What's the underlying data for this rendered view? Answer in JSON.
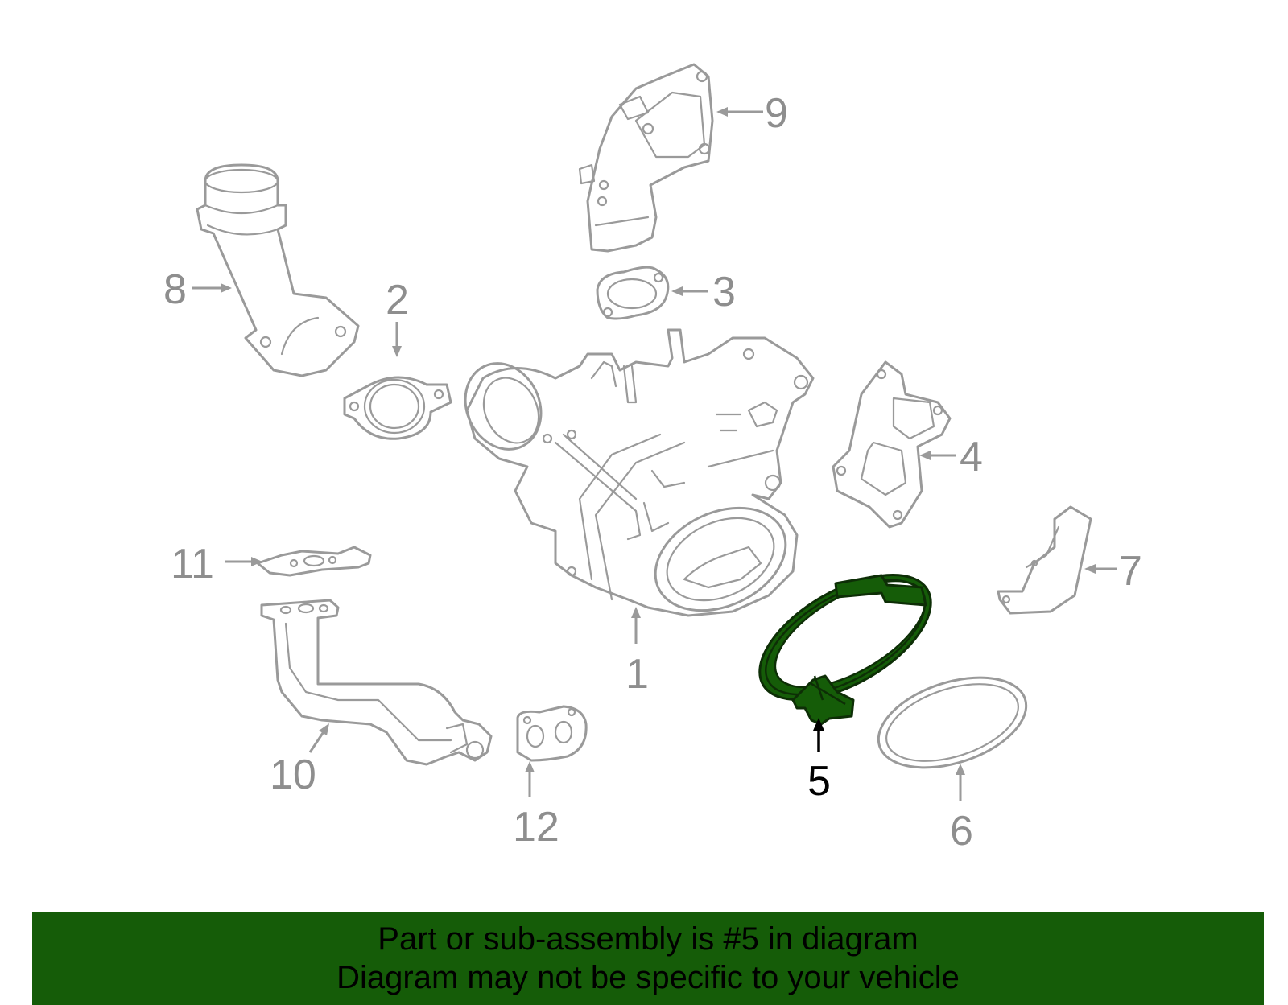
{
  "diagram": {
    "callouts": [
      {
        "id": "1",
        "label": "1"
      },
      {
        "id": "2",
        "label": "2"
      },
      {
        "id": "3",
        "label": "3"
      },
      {
        "id": "4",
        "label": "4"
      },
      {
        "id": "5",
        "label": "5"
      },
      {
        "id": "6",
        "label": "6"
      },
      {
        "id": "7",
        "label": "7"
      },
      {
        "id": "8",
        "label": "8"
      },
      {
        "id": "9",
        "label": "9"
      },
      {
        "id": "10",
        "label": "10"
      },
      {
        "id": "11",
        "label": "11"
      },
      {
        "id": "12",
        "label": "12"
      }
    ],
    "highlighted_part": "5",
    "highlight_color": "#155c08",
    "part_line_color": "#9a9a9a"
  },
  "banner": {
    "line1": "Part or sub-assembly is #5 in diagram",
    "line2": "Diagram may not be specific to your vehicle",
    "background_color": "#155c08"
  }
}
